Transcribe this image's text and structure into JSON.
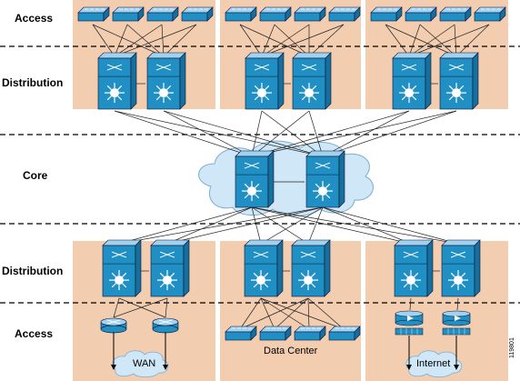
{
  "layers": {
    "access_top": "Access",
    "distribution_top": "Distribution",
    "core": "Core",
    "distribution_bottom": "Distribution",
    "access_bottom": "Access"
  },
  "labels": {
    "wan": "WAN",
    "data_center": "Data Center",
    "internet": "Internet",
    "figure_id": "119801"
  },
  "colors": {
    "block_fill": "#f2cdb0",
    "switch_fill": "#1f8fc4",
    "switch_top": "#9fd3ef",
    "cloud_fill": "#cfe7f6",
    "cloud_stroke": "#7aaed0",
    "line": "#222222",
    "dashed": "#000000"
  },
  "icons": [
    "access-switch-icon",
    "multilayer-switch-icon",
    "router-icon",
    "firewall-icon",
    "cloud-icon"
  ]
}
